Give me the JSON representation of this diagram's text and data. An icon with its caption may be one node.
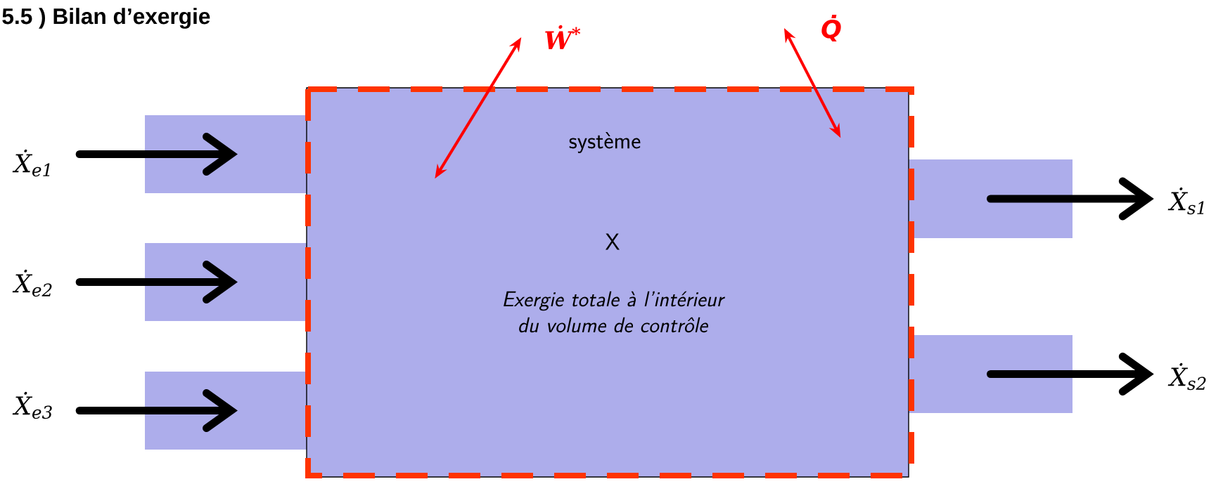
{
  "diagram": {
    "title": "5.5 ) Bilan d’exergie",
    "nodes": [
      {
        "text": [
          "système",
          "X",
          "Exergie totale à l’intérieur du volume de contrôle"
        ]
      },
      {
        "text": [],
        "shape": "box"
      },
      {
        "text": [],
        "shape": "box"
      },
      {
        "text": [],
        "shape": "box"
      },
      {
        "text": [],
        "shape": "box"
      },
      {
        "text": [],
        "shape": "box"
      },
      {
        "text": [
          "Ẋ$_{e1}$"
        ]
      },
      {
        "text": [
          "Ẋ$_{e2}$"
        ]
      },
      {
        "text": [
          "Ẋ$_{e3}$"
        ]
      },
      {
        "text": [
          "Ẋ$_{s1}$"
        ]
      },
      {
        "text": [
          "Ẋ$_{s2}$"
        ]
      },
      {
        "text": [
          "Ẇ$^{*}$"
        ]
      },
      {
        "text": [
          "Q̇"
        ]
      }
    ],
    "edges": [
      {
        "from": 6,
        "to": 1,
        "arrow": "to"
      },
      {
        "from": 7,
        "to": 2,
        "arrow": "to"
      },
      {
        "from": 8,
        "to": 3,
        "arrow": "to"
      },
      {
        "from": 4,
        "to": 9,
        "arrow": "to"
      },
      {
        "from": 5,
        "to": 10,
        "arrow": "to"
      },
      {
        "from": 11,
        "to": 0,
        "arrow": "both",
        "color": "#ff0000"
      },
      {
        "from": 12,
        "to": 0,
        "arrow": "both",
        "color": "#ff0000"
      }
    ]
  }
}
